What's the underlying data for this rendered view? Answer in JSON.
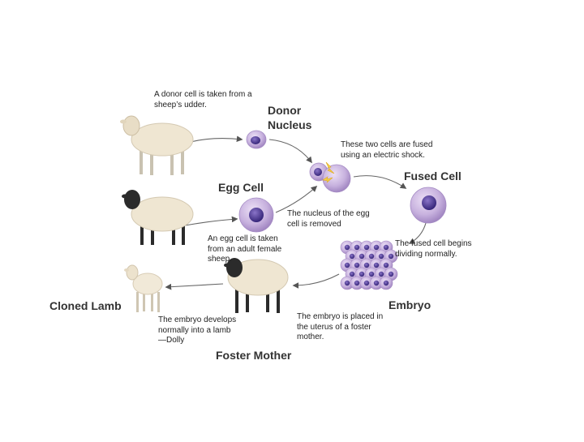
{
  "labels": {
    "donor_cell_text": "A donor cell is taken from a\nsheep’s udder.",
    "donor_nucleus": "Donor\nNucleus",
    "fused_text": "These two cells are fused\nusing an electric shock.",
    "fused_cell": "Fused Cell",
    "egg_cell": "Egg Cell",
    "nucleus_removed": "The nucleus of the egg\ncell is removed",
    "egg_taken": "An egg cell is taken\nfrom an adult female\nsheep.",
    "dividing": "The fused cell begins\ndividing normally.",
    "cloned_lamb": "Cloned Lamb",
    "embryo": "Embryo",
    "develops": "The embryo develops\nnormally into a lamb\n—Dolly",
    "placed": "The embryo is placed in\nthe uterus of a foster\nmother.",
    "foster_mother": "Foster Mother"
  },
  "colors": {
    "cell_fill": "#b59ad0",
    "cell_nucleus": "#3d2a83",
    "wool": "#efe6d2",
    "black_head": "#2b2b2b",
    "arrow": "#555555",
    "spark": "#f3d24a"
  },
  "icons": [
    "white-sheep-icon",
    "black-faced-sheep-icon",
    "lamb-icon",
    "cell-icon",
    "embryo-icon",
    "electric-spark-icon"
  ]
}
